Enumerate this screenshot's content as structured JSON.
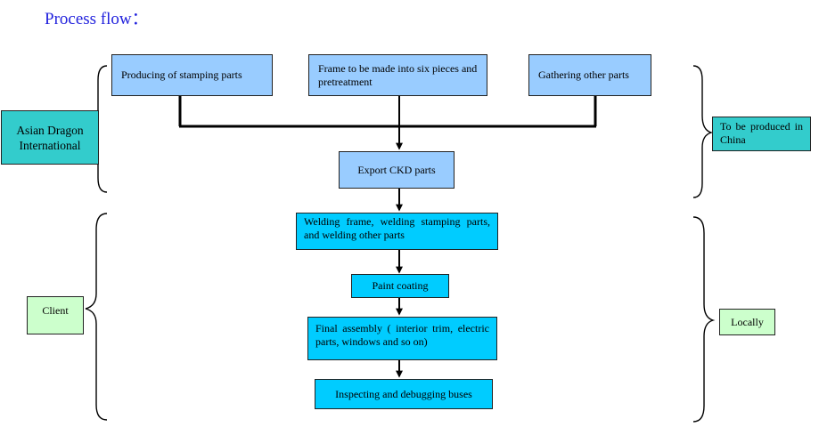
{
  "title": "Process flow：",
  "top_boxes": {
    "stamping": "Producing of stamping parts",
    "frame": "Frame to be made into six pieces and pretreatment",
    "gathering": "Gathering other parts"
  },
  "export": "Export CKD parts",
  "steps": {
    "welding": "Welding frame, welding stamping parts, and welding other parts",
    "paint": "Paint coating",
    "assembly": "Final assembly ( interior trim, electric parts, windows and so on)",
    "inspect": "Inspecting and debugging buses"
  },
  "side_labels": {
    "asian_dragon": "Asian Dragon International",
    "client": "Client",
    "china": "To be produced in China",
    "locally": "Locally"
  },
  "colors": {
    "title": "#2222dd",
    "top_box": "#99ccff",
    "step_box": "#00ccff",
    "teal_label": "#33cccc",
    "mint_label": "#ccffcc"
  }
}
